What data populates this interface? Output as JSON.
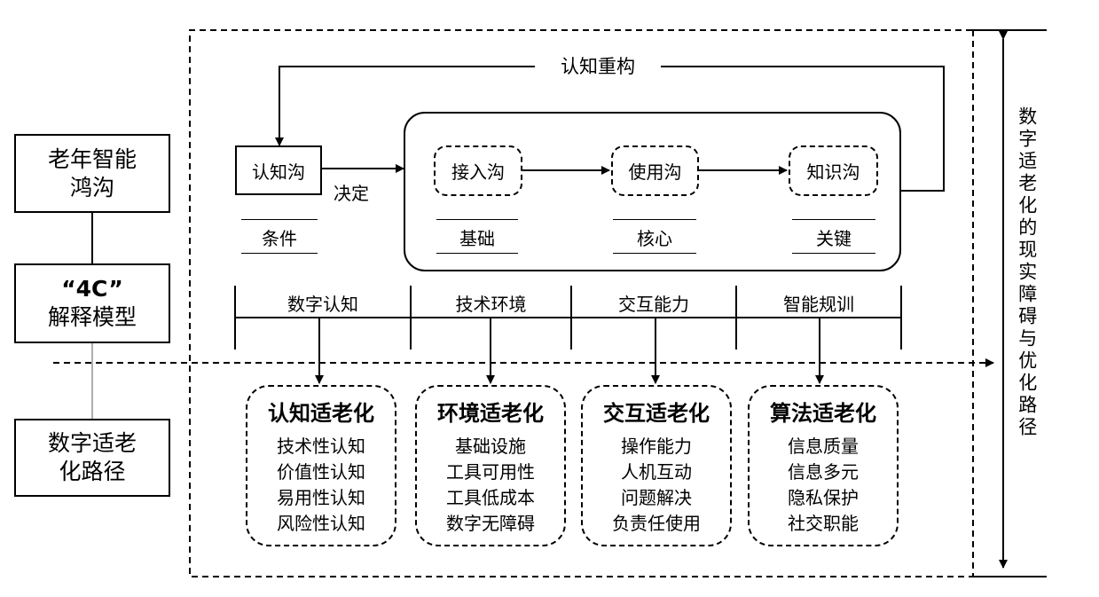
{
  "left_column": {
    "box1": [
      "老年智能",
      "鸿沟"
    ],
    "box2": [
      "“4C”",
      "解释模型"
    ],
    "box3": [
      "数字适老",
      "化路径"
    ]
  },
  "top_flow": {
    "feedback_label": "认知重构",
    "cognition_gap": "认知沟",
    "decide_label": "决定",
    "access_gap": "接入沟",
    "use_gap": "使用沟",
    "knowledge_gap": "知识沟",
    "under_labels": [
      "条件",
      "基础",
      "核心",
      "关键"
    ]
  },
  "factors": [
    "数字认知",
    "技术环境",
    "交互能力",
    "智能规训"
  ],
  "paths": [
    {
      "title": "认知适老化",
      "items": [
        "技术性认知",
        "价值性认知",
        "易用性认知",
        "风险性认知"
      ]
    },
    {
      "title": "环境适老化",
      "items": [
        "基础设施",
        "工具可用性",
        "工具低成本",
        "数字无障碍"
      ]
    },
    {
      "title": "交互适老化",
      "items": [
        "操作能力",
        "人机互动",
        "问题解决",
        "负责任使用"
      ]
    },
    {
      "title": "算法适老化",
      "items": [
        "信息质量",
        "信息多元",
        "隐私保护",
        "社交职能"
      ]
    }
  ],
  "right_label": "数字适老化的现实障碍与优化路径"
}
